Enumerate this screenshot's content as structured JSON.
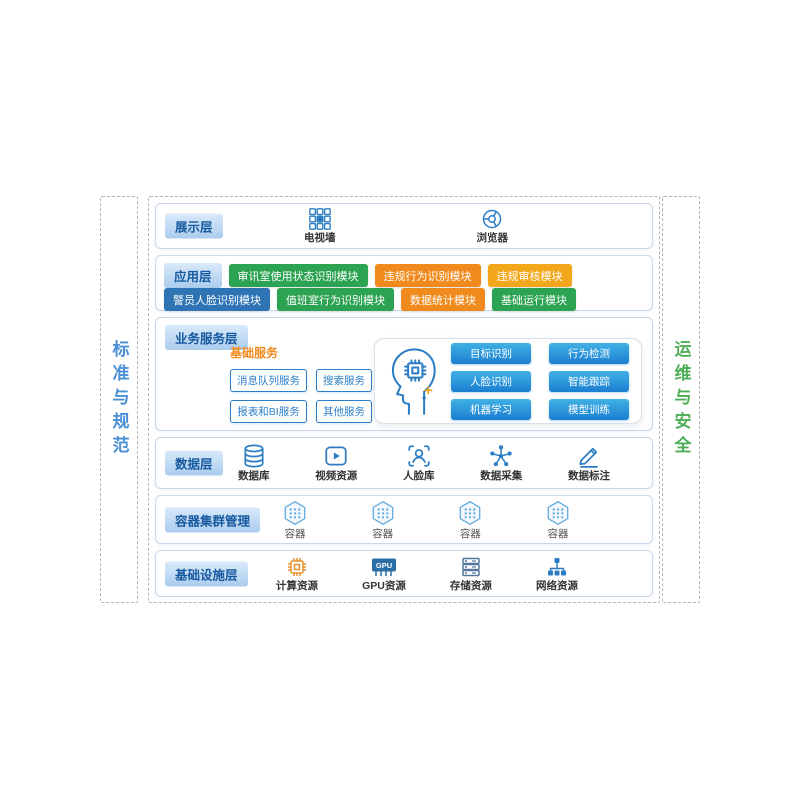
{
  "pillars": {
    "left": {
      "label": "标准与规范",
      "color": "#4a8fd4"
    },
    "right": {
      "label": "运维与安全",
      "color": "#4fae58"
    }
  },
  "layers": {
    "presentation": {
      "title": "展示层",
      "items": [
        {
          "label": "电视墙",
          "icon": "tv-wall-icon"
        },
        {
          "label": "浏览器",
          "icon": "browser-icon"
        }
      ]
    },
    "application": {
      "title": "应用层",
      "modules": [
        {
          "label": "审讯室使用状态识别模块",
          "color": "#2ba352"
        },
        {
          "label": "违规行为识别模块",
          "color": "#f08a1d"
        },
        {
          "label": "违规审核模块",
          "color": "#f3a81c"
        },
        {
          "label": "警员人脸识别模块",
          "color": "#2e74b5"
        },
        {
          "label": "值班室行为识别模块",
          "color": "#2ba352"
        },
        {
          "label": "数据统计模块",
          "color": "#f08a1d"
        },
        {
          "label": "基础运行模块",
          "color": "#2ba352"
        }
      ]
    },
    "business": {
      "title": "业务服务层",
      "basic_services": {
        "title": "基础服务",
        "items": [
          {
            "label": "消息队列服务"
          },
          {
            "label": "搜索服务"
          },
          {
            "label": "报表和BI服务"
          },
          {
            "label": "其他服务"
          }
        ]
      },
      "ai_services": {
        "icon": "ai-head-chip-icon",
        "items": [
          {
            "label": "目标识别"
          },
          {
            "label": "行为检测"
          },
          {
            "label": "人脸识别"
          },
          {
            "label": "智能跟踪"
          },
          {
            "label": "机器学习"
          },
          {
            "label": "模型训练"
          }
        ]
      }
    },
    "data": {
      "title": "数据层",
      "items": [
        {
          "label": "数据库",
          "icon": "database-icon"
        },
        {
          "label": "视频资源",
          "icon": "video-icon"
        },
        {
          "label": "人脸库",
          "icon": "face-library-icon"
        },
        {
          "label": "数据采集",
          "icon": "data-collection-icon"
        },
        {
          "label": "数据标注",
          "icon": "data-annotation-icon"
        }
      ]
    },
    "container_cluster": {
      "title": "容器集群管理",
      "items": [
        {
          "label": "容器",
          "icon": "container-hexagon-icon"
        },
        {
          "label": "容器",
          "icon": "container-hexagon-icon"
        },
        {
          "label": "容器",
          "icon": "container-hexagon-icon"
        },
        {
          "label": "容器",
          "icon": "container-hexagon-icon"
        }
      ]
    },
    "infrastructure": {
      "title": "基础设施层",
      "gpu_chip_text": "GPU",
      "items": [
        {
          "label": "计算资源",
          "icon": "compute-chip-icon"
        },
        {
          "label": "GPU资源",
          "icon": "gpu-chip-icon"
        },
        {
          "label": "存储资源",
          "icon": "storage-icon"
        },
        {
          "label": "网络资源",
          "icon": "network-icon"
        }
      ]
    }
  },
  "colors": {
    "tag_text": "#16599f",
    "tag_bg_top": "#d9eafa",
    "tag_bg_bottom": "#abccee",
    "module_green": "#2ba352",
    "module_orange": "#f08a1d",
    "module_amber": "#f3a81c",
    "module_blue": "#2e74b5",
    "service_blue": "#2d7dc4",
    "ai_btn_top": "#40b1e5",
    "ai_btn_bottom": "#1b7ed1",
    "pillar_left_text": "#4a8fd4",
    "pillar_right_text": "#4fae58",
    "dashed_border": "#b3b3b3",
    "row_border": "#c9d7e8"
  }
}
